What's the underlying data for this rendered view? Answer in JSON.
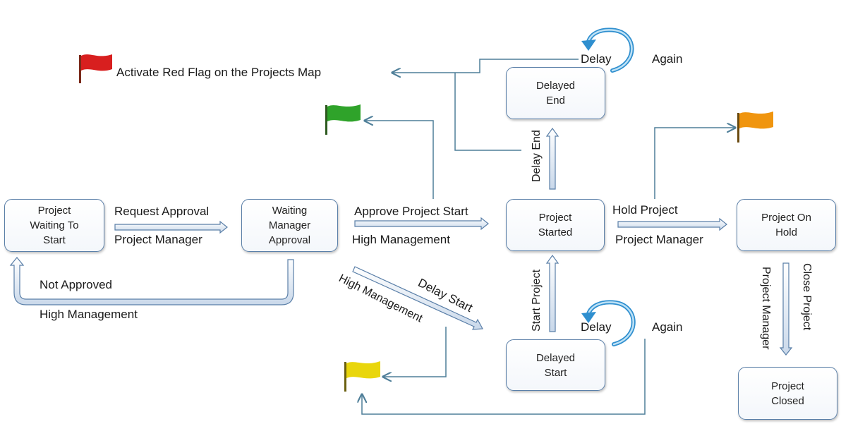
{
  "nodes": {
    "waiting_to_start": "Project Waiting To Start",
    "waiting_manager_approval": "Waiting Manager Approval",
    "project_started": "Project Started",
    "project_on_hold": "Project On Hold",
    "delayed_end": "Delayed End",
    "delayed_start": "Delayed Start",
    "project_closed": "Project Closed"
  },
  "labels": {
    "request_approval": "Request Approval",
    "project_manager_1": "Project Manager",
    "approve_project_start": "Approve Project Start",
    "high_management_1": "High Management",
    "hold_project": "Hold Project",
    "project_manager_2": "Project Manager",
    "not_approved": "Not Approved",
    "high_management_2": "High Management",
    "delay_start": "Delay Start",
    "high_management_3": "High Management",
    "delay_end": "Delay End",
    "start_project": "Start Project",
    "close_project": "Close Project",
    "project_manager_3": "Project Manager",
    "delay_top": "Delay",
    "again_top": "Again",
    "delay_bottom": "Delay",
    "again_bottom": "Again",
    "activate_red_flag": "Activate  Red Flag on the Projects Map"
  },
  "flags": [
    {
      "name": "red",
      "color": "#d81f1f"
    },
    {
      "name": "green",
      "color": "#2fa32a"
    },
    {
      "name": "orange",
      "color": "#f0950f"
    },
    {
      "name": "yellow",
      "color": "#e9d60c"
    }
  ]
}
